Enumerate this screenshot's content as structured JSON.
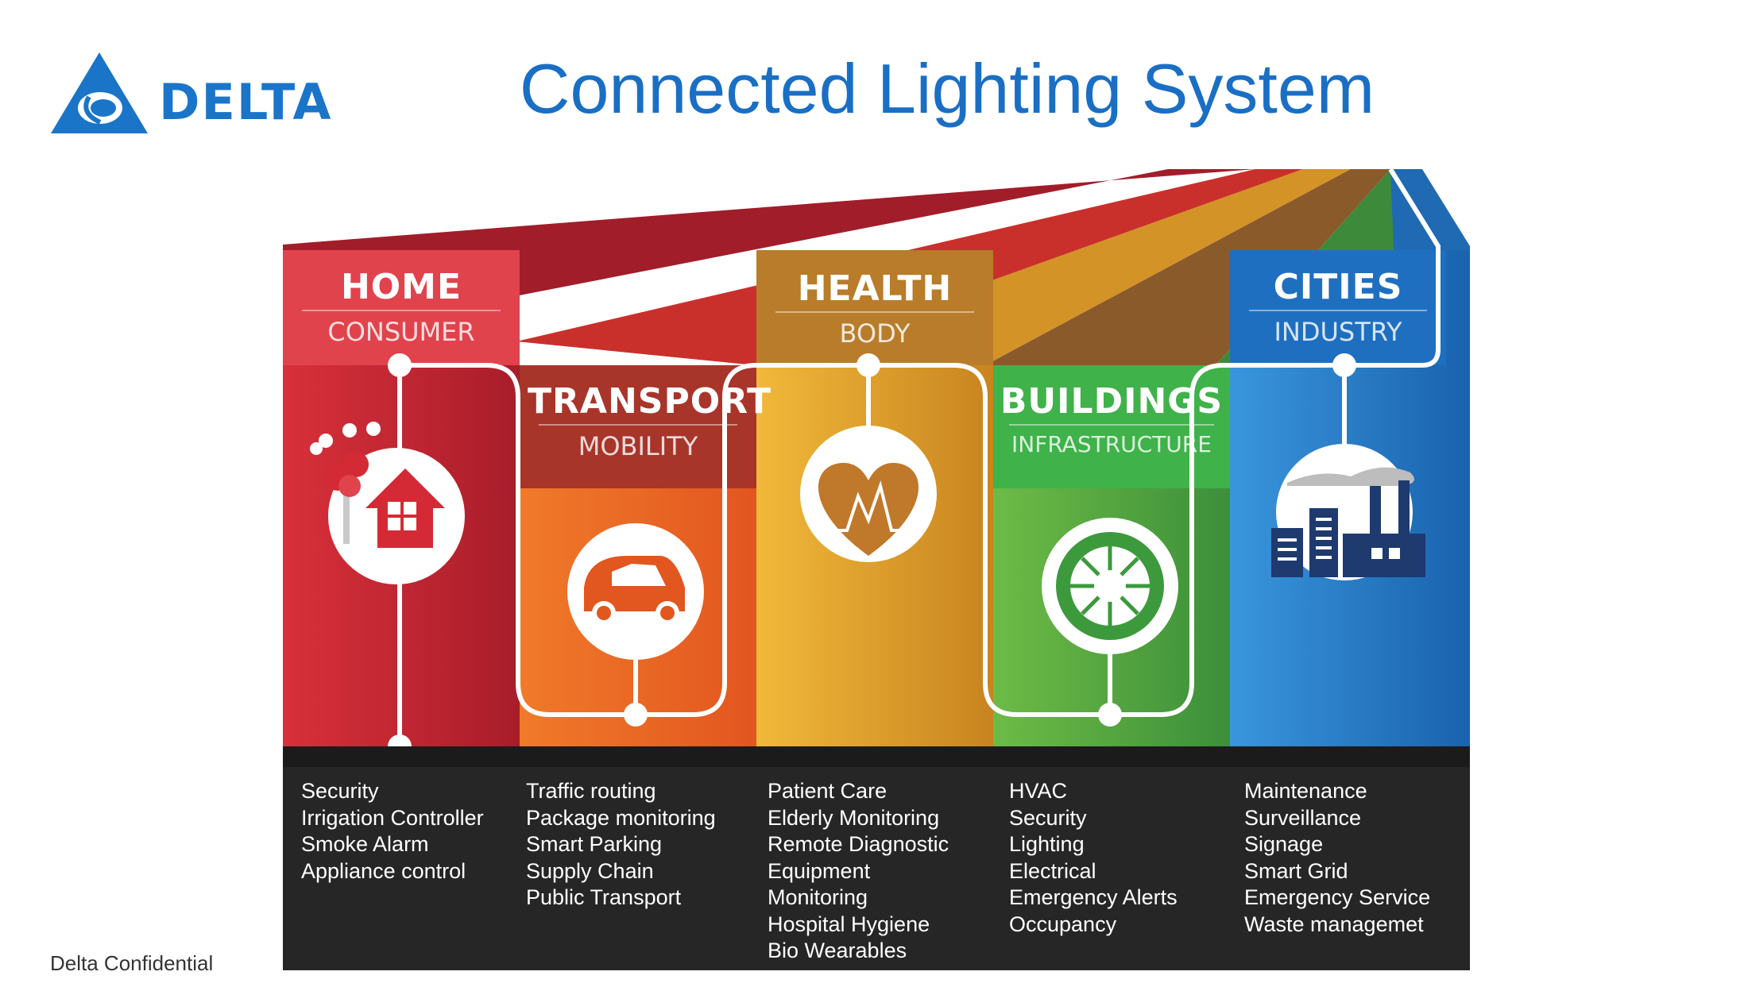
{
  "header": {
    "logo_text": "DELTA",
    "title": "Connected Lighting System"
  },
  "footer": {
    "confidential": "Delta Confidential"
  },
  "colors": {
    "home": "#d42a35",
    "transport": "#ee6523",
    "health": "#e7a52a",
    "buildings": "#4fae45",
    "cities": "#2a86cc",
    "bottom_panel": "#262626",
    "title_blue": "#1a6fc4"
  },
  "columns": [
    {
      "id": "home",
      "title": "HOME",
      "subtitle": "CONSUMER",
      "icon": "house-icon",
      "items": [
        "Security",
        "Irrigation Controller",
        "Smoke Alarm",
        "Appliance control"
      ]
    },
    {
      "id": "transport",
      "title": "TRANSPORT",
      "subtitle": "MOBILITY",
      "icon": "car-icon",
      "items": [
        "Traffic routing",
        "Package monitoring",
        "Smart Parking",
        "Supply Chain",
        "Public Transport"
      ]
    },
    {
      "id": "health",
      "title": "HEALTH",
      "subtitle": "BODY",
      "icon": "heart-pulse-icon",
      "items": [
        "Patient Care",
        "Elderly Monitoring",
        "Remote Diagnostic",
        "Equipment",
        "Monitoring",
        "Hospital Hygiene",
        "Bio Wearables"
      ]
    },
    {
      "id": "buildings",
      "title": "BUILDINGS",
      "subtitle": "INFRASTRUCTURE",
      "icon": "network-globe-icon",
      "items": [
        "HVAC",
        "Security",
        "Lighting",
        "Electrical",
        "Emergency Alerts",
        "Occupancy"
      ]
    },
    {
      "id": "cities",
      "title": "CITIES",
      "subtitle": "INDUSTRY",
      "icon": "factory-city-icon",
      "items": [
        "Maintenance",
        "Surveillance",
        "Signage",
        "Smart Grid",
        "Emergency Service",
        "Waste managemet"
      ]
    }
  ]
}
